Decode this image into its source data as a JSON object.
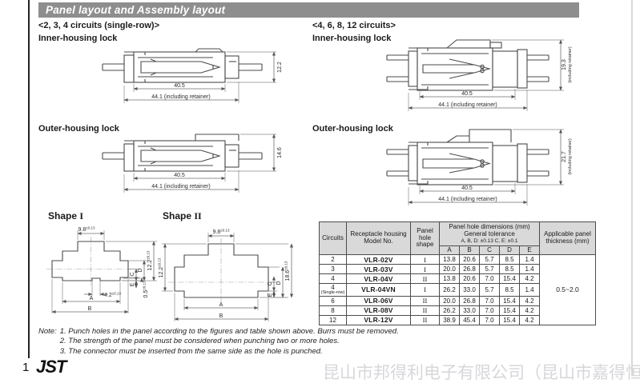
{
  "page": {
    "title": "Panel layout and Assembly layout",
    "page_number": "1",
    "logo": "JST",
    "watermark": "昆山市邦得利电子有限公司（昆山市嘉得恒）"
  },
  "sections": {
    "single_row": {
      "heading": "<2, 3, 4 circuits (single-row)>",
      "inner_label": "Inner-housing lock",
      "outer_label": "Outer-housing lock"
    },
    "double_row": {
      "heading": "<4, 6, 8, 12 circuits>",
      "inner_label": "Inner-housing lock",
      "outer_label": "Outer-housing lock"
    }
  },
  "drawings": {
    "sr_inner": {
      "height": "12.2",
      "width": "40.5",
      "overall": "44.1 (including retainer)"
    },
    "sr_outer": {
      "height": "14.6",
      "width": "40.5",
      "overall": "44.1 (including retainer)"
    },
    "dr_inner": {
      "height": "19.3",
      "height_note": "(including retainer)",
      "width": "40.5",
      "overall": "44.1 (including retainer)"
    },
    "dr_outer": {
      "height": "21.7",
      "height_note": "(including retainer)",
      "width": "40.5",
      "overall": "44.1 (including retainer)"
    }
  },
  "shapes": {
    "shape1": {
      "title": "Shape",
      "numeral": "I",
      "top_width": "9.8",
      "top_tol": "±0.13",
      "height": "12.2",
      "height_tol": "±0.13",
      "notch_width": "4.2",
      "notch_tol": "±0.13",
      "notch_depth": "0.5",
      "notch_depth_tol": "±0.13",
      "A": "A",
      "B": "B",
      "C": "C",
      "D": "D",
      "E": "E"
    },
    "shape2": {
      "title": "Shape",
      "numeral": "II",
      "top_width": "9.8",
      "top_tol": "±0.13",
      "left_height": "12.2",
      "left_tol": "±0.13",
      "height": "18.6",
      "height_tol": "±0.13",
      "A": "A",
      "B": "B",
      "C": "C",
      "D": "D",
      "E": "E"
    }
  },
  "table": {
    "header": {
      "circuits": "Circuits",
      "model": "Receptacle housing Model No.",
      "shape": "Panel hole shape",
      "dims_title": "Panel hole dimensions (mm)",
      "dims_tol1": "General tolerance",
      "dims_tol2": "A, B, D: ±0.13  C, E: ±0.1",
      "cols": [
        "A",
        "B",
        "C",
        "D",
        "E"
      ],
      "thickness": "Applicable panel thickness (mm)"
    },
    "rows": [
      {
        "circuits": "2",
        "circuits_note": "",
        "model": "VLR-02V",
        "shape": "I",
        "A": "13.8",
        "B": "20.6",
        "C": "5.7",
        "D": "8.5",
        "E": "1.4"
      },
      {
        "circuits": "3",
        "circuits_note": "",
        "model": "VLR-03V",
        "shape": "I",
        "A": "20.0",
        "B": "26.8",
        "C": "5.7",
        "D": "8.5",
        "E": "1.4"
      },
      {
        "circuits": "4",
        "circuits_note": "",
        "model": "VLR-04V",
        "shape": "II",
        "A": "13.8",
        "B": "20.6",
        "C": "7.0",
        "D": "15.4",
        "E": "4.2"
      },
      {
        "circuits": "4",
        "circuits_note": "(Single-row)",
        "model": "VLR-04VN",
        "shape": "I",
        "A": "26.2",
        "B": "33.0",
        "C": "5.7",
        "D": "8.5",
        "E": "1.4"
      },
      {
        "circuits": "6",
        "circuits_note": "",
        "model": "VLR-06V",
        "shape": "II",
        "A": "20.0",
        "B": "26.8",
        "C": "7.0",
        "D": "15.4",
        "E": "4.2"
      },
      {
        "circuits": "8",
        "circuits_note": "",
        "model": "VLR-08V",
        "shape": "II",
        "A": "26.2",
        "B": "33.0",
        "C": "7.0",
        "D": "15.4",
        "E": "4.2"
      },
      {
        "circuits": "12",
        "circuits_note": "",
        "model": "VLR-12V",
        "shape": "II",
        "A": "38.9",
        "B": "45.4",
        "C": "7.0",
        "D": "15.4",
        "E": "4.2"
      }
    ],
    "thickness_value": "0.5~2.0"
  },
  "notes": {
    "prefix": "Note:",
    "items": [
      "1. Punch holes in the panel according to the figures and table shown above. Burrs must be removed.",
      "2. The strength of the panel must be considered when punching two or more holes.",
      "3. The connector must be inserted from the same side as the hole is punched."
    ]
  }
}
